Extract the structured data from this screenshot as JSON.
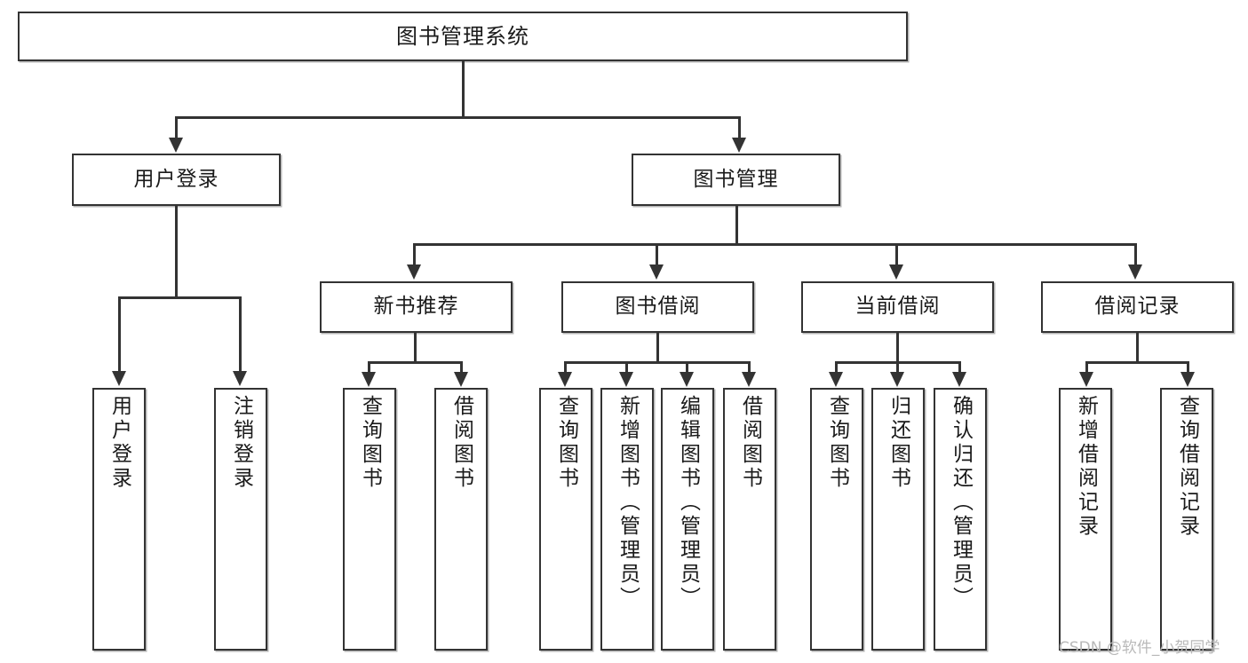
{
  "diagram": {
    "title": "图书管理系统",
    "type": "tree-hierarchy-chart",
    "watermark": "CSDN @软件_小贺同学",
    "colors": {
      "box_border": "#333333",
      "box_fill": "#ffffff",
      "line": "#333333",
      "text": "#1a1a1a",
      "watermark": "#b9b9b9",
      "background": "#ffffff"
    },
    "nodes": {
      "root": {
        "label": "图书管理系统"
      },
      "level1": [
        {
          "id": "user-login",
          "label": "用户登录"
        },
        {
          "id": "book-management",
          "label": "图书管理"
        }
      ],
      "level2": [
        {
          "id": "new-book-recommend",
          "label": "新书推荐"
        },
        {
          "id": "book-borrow",
          "label": "图书借阅"
        },
        {
          "id": "current-borrow",
          "label": "当前借阅"
        },
        {
          "id": "borrow-record",
          "label": "借阅记录"
        }
      ],
      "leaves": {
        "user_login": [
          {
            "id": "leaf-user-login",
            "label": "用户登录"
          },
          {
            "id": "leaf-logout-login",
            "label": "注销登录"
          }
        ],
        "new_book_recommend": [
          {
            "id": "leaf-query-book-1",
            "label": "查询图书"
          },
          {
            "id": "leaf-borrow-book-1",
            "label": "借阅图书"
          }
        ],
        "book_borrow": [
          {
            "id": "leaf-query-book-2",
            "label": "查询图书"
          },
          {
            "id": "leaf-add-book",
            "label": "新增图书（管理员）"
          },
          {
            "id": "leaf-edit-book",
            "label": "编辑图书（管理员）"
          },
          {
            "id": "leaf-borrow-book-2",
            "label": "借阅图书"
          }
        ],
        "current_borrow": [
          {
            "id": "leaf-query-book-3",
            "label": "查询图书"
          },
          {
            "id": "leaf-return-book",
            "label": "归还图书"
          },
          {
            "id": "leaf-confirm-return",
            "label": "确认归还（管理员）"
          }
        ],
        "borrow_record": [
          {
            "id": "leaf-add-record",
            "label": "新增借阅记录"
          },
          {
            "id": "leaf-query-record",
            "label": "查询借阅记录"
          }
        ]
      }
    }
  }
}
